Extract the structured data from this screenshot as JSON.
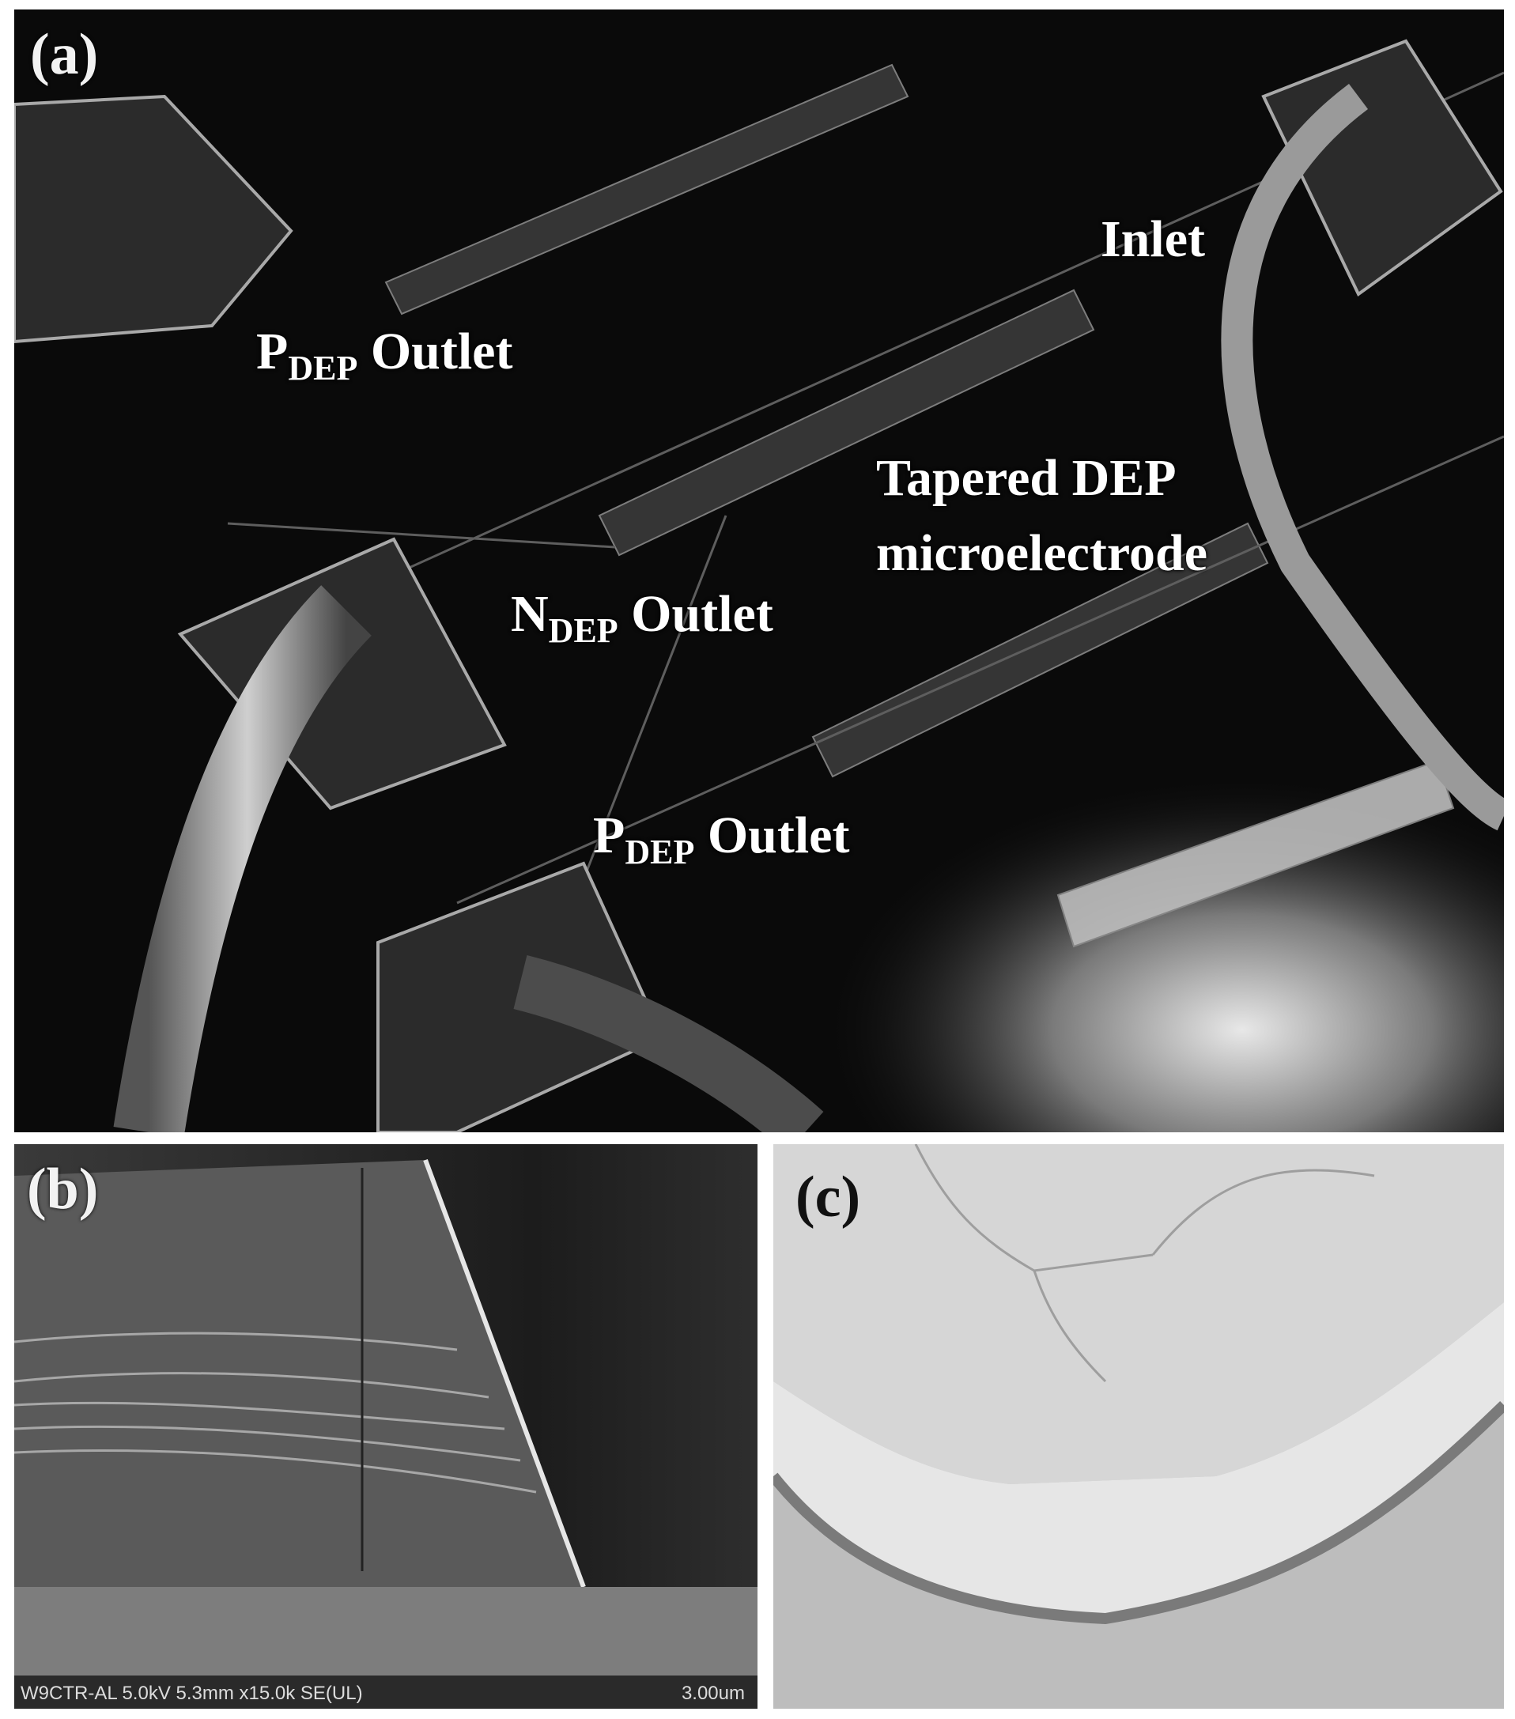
{
  "panels": {
    "a": {
      "letter": "(a)",
      "labels": {
        "inlet": "Inlet",
        "pdep_top_main": "P",
        "pdep_top_sub": "DEP",
        "pdep_top_rest": " Outlet",
        "tapered_line1": "Tapered DEP",
        "tapered_line2": "microelectrode",
        "ndep_main": "N",
        "ndep_sub": "DEP",
        "ndep_rest": " Outlet",
        "pdep_bottom_main": "P",
        "pdep_bottom_sub": "DEP",
        "pdep_bottom_rest": " Outlet"
      }
    },
    "b": {
      "letter": "(b)",
      "sem_info": "W9CTR-AL 5.0kV 5.3mm x15.0k SE(UL)",
      "scale": "3.00um"
    },
    "c": {
      "letter": "(c)"
    }
  }
}
